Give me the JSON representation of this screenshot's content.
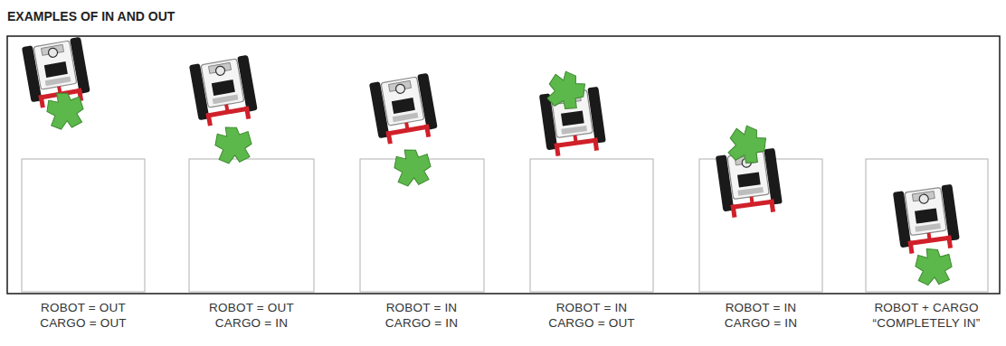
{
  "diagram": {
    "title": "EXAMPLES OF IN AND OUT",
    "labels": [
      "ROBOT = OUT",
      "CARGO = OUT",
      "ROBOT = OUT",
      "CARGO = IN",
      "ROBOT = IN",
      "CARGO = IN",
      "ROBOT = IN",
      "CARGO = OUT",
      "ROBOT = IN",
      "CARGO = IN",
      "ROBOT + CARGO",
      "“COMPLETELY IN”"
    ]
  }
}
